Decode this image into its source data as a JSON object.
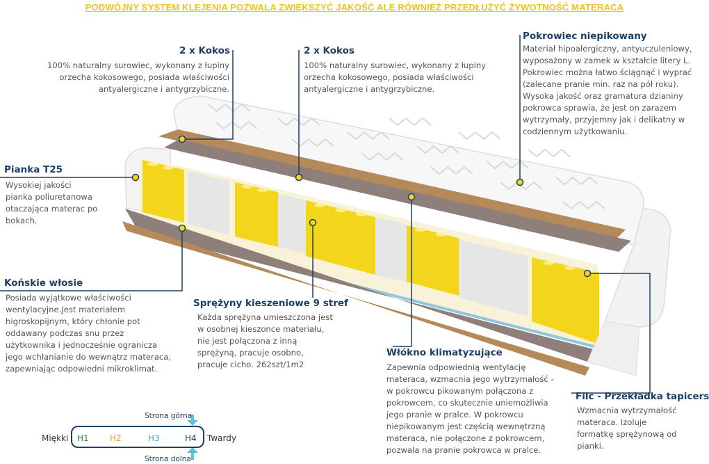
{
  "banner": "PODWÓJNY SYSTEM KLEJENIA POZWALA ZWIĘKSZYĆ JAKOŚĆ ALE RÓWNIEŻ PRZEDŁUŻYĆ ŻYWOTNOŚĆ MATERACA",
  "features": {
    "kokos_left": {
      "title": "2 x Kokos",
      "lines": [
        "100% naturalny surowiec, wykonany z łupiny",
        "orzecha kokosowego, posiada właściwości",
        "antyalergiczne i antygrzybiczne."
      ]
    },
    "kokos_mid": {
      "title": "2 x Kokos",
      "lines": [
        "100% naturalny surowiec, wykonany z łupiny",
        "orzecha kokosowego, posiada właściwości",
        "antyalergiczne i antygrzybiczne."
      ]
    },
    "pokrowiec": {
      "title": "Pokrowiec  niepikowany",
      "lines": [
        "Materiał hipoalergiczny, antyuczuleniowy,",
        "wyposażony w zamek w kształcie litery L.",
        "Pokrowiec można łatwo ściągnąć i wyprać",
        "(zalecane pranie min.  raz na pół roku).",
        "Wysoka jakość oraz gramatura dzianiny",
        "pokrowca sprawia, że jest on zarazem",
        "wytrzymały, przyjemny jak i delikatny w",
        "codziennym użytkowaniu."
      ]
    },
    "pianka": {
      "title": "Pianka T25",
      "lines": [
        "Wysokiej jakości",
        "pianka poliuretanowa",
        "otaczająca materac po",
        "bokach."
      ]
    },
    "konskie": {
      "title": "Końskie włosie",
      "lines": [
        "Posiada wyjątkowe właściwości",
        "wentylacyjne.Jest materiałem",
        "higroskopijnym, który chłonie pot",
        "oddawany podczas snu przez",
        "użytkownika i jednocześnie ogranicza",
        "jego wchłanianie do wewnątrz materaca,",
        "zapewniając odpowiedni mikroklimat."
      ]
    },
    "sprezyny": {
      "title": "Sprężyny kieszeniowe 9 stref",
      "lines": [
        "Każda sprężyna umieszczona jest",
        "w osobnej kieszonce materiału,",
        "nie jest połączona z inną",
        "sprężyną, pracuje osobno,",
        "pracuje cicho. 262szt/1m2"
      ]
    },
    "wlokno": {
      "title": "Włókno klimatyzujące",
      "lines": [
        "Zapewnia odpowiednią wentylację",
        "materaca, wzmacnia jego wytrzymałość -",
        "w pokrowcu pikowanym połączona z",
        "pokrowcem, co skutecznie uniemożliwia",
        "jego pranie w pralce. W pokrowcu",
        "niepikowanym jest częścią wewnętrzną",
        "materaca, nie połączone z pokrowcem,",
        "pozwala na pranie pokrowca w pralce."
      ]
    },
    "filc": {
      "title": "Filc - Przekładka tapicerska",
      "lines": [
        "Wzmacnia wytrzymałość",
        "materaca. Izoluje",
        "formatkę sprężynową od",
        "pianki."
      ]
    }
  },
  "firmness": {
    "soft": "Miękki",
    "hard": "Twardy",
    "top_side": "Strona górna",
    "bottom_side": "Strona dolna",
    "levels": [
      {
        "label": "H1",
        "color": "#2e8b3a"
      },
      {
        "label": "H2",
        "color": "#e0a21a"
      },
      {
        "label": "H3",
        "color": "#3aa9bd"
      },
      {
        "label": "H4",
        "color": "#1c3f66"
      }
    ]
  },
  "colors": {
    "accent": "#1c3f66",
    "banner": "#f2c21a",
    "spring_yellow": "#f3d51c",
    "spring_white": "#e6e6e6",
    "arrow": "#5bc0de"
  }
}
